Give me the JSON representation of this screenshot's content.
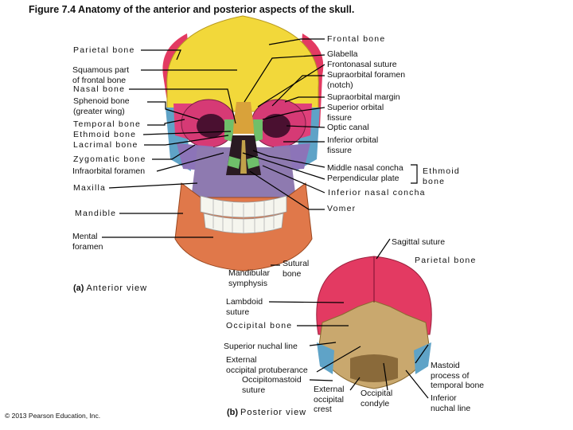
{
  "title": "Figure 7.4 Anatomy of the anterior and posterior aspects of the skull.",
  "colors": {
    "frontal_bone": "#f2d83a",
    "parietal_bone": "#e33a62",
    "temporal_bone": "#5fa3c7",
    "sphenoid_bone": "#e0407a",
    "zygomatic_bone": "#8c74b8",
    "maxilla": "#8e7ab0",
    "mandible": "#e0784a",
    "nasal_bone": "#d9a23a",
    "occipital_bone": "#c9a86e",
    "teeth": "#f5f5ee"
  },
  "anterior": {
    "view_letter": "(a)",
    "view_name": "Anterior view",
    "left_labels": {
      "parietal": "Parietal bone",
      "squamous": "Squamous part\nof frontal bone",
      "nasal": "Nasal bone",
      "sphenoid": "Sphenoid bone\n(greater wing)",
      "temporal": "Temporal bone",
      "ethmoid": "Ethmoid bone",
      "lacrimal": "Lacrimal bone",
      "zygomatic": "Zygomatic bone",
      "infraorbital": "Infraorbital foramen",
      "maxilla": "Maxilla",
      "mandible": "Mandible",
      "mental": "Mental\nforamen",
      "mandibular_symphysis": "Mandibular\nsymphysis"
    },
    "right_labels": {
      "frontal": "Frontal bone",
      "glabella": "Glabella",
      "frontonasal": "Frontonasal suture",
      "supraorbital_foramen": "Supraorbital foramen\n(notch)",
      "supraorbital_margin": "Supraorbital margin",
      "superior_orbital": "Superior orbital\nfissure",
      "optic": "Optic canal",
      "inferior_orbital": "Inferior orbital\nfissure",
      "middle_nasal": "Middle nasal concha",
      "perpendicular": "Perpendicular plate",
      "ethmoid_group": "Ethmoid\nbone",
      "inferior_nasal": "Inferior nasal concha",
      "vomer": "Vomer"
    }
  },
  "posterior": {
    "view_letter": "(b)",
    "view_name": "Posterior view",
    "labels": {
      "sagittal": "Sagittal suture",
      "parietal": "Parietal bone",
      "sutural": "Sutural\nbone",
      "lambdoid": "Lambdoid\nsuture",
      "occipital": "Occipital bone",
      "superior_nuchal": "Superior nuchal line",
      "external_protuberance": "External\noccipital protuberance",
      "occipitomastoid": "Occipitomastoid\nsuture",
      "external_crest": "External\noccipital\ncrest",
      "occipital_condyle": "Occipital\ncondyle",
      "mastoid": "Mastoid\nprocess of\ntemporal bone",
      "inferior_nuchal": "Inferior\nnuchal line"
    }
  },
  "copyright": "© 2013 Pearson Education, Inc."
}
